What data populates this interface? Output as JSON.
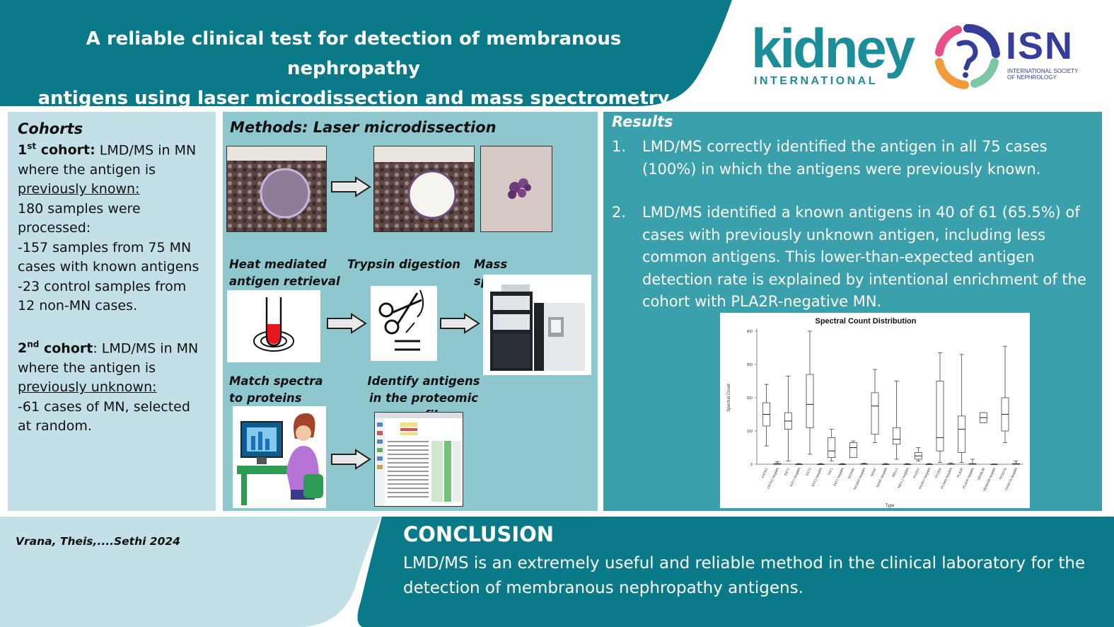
{
  "header": {
    "title_line1": "A reliable clinical test for detection of membranous nephropathy",
    "title_line2": "antigens using laser microdissection and mass spectrometry",
    "logo_kidney_word": "kidney",
    "logo_kidney_sub": "INTERNATIONAL",
    "logo_isn_word": "ISN",
    "logo_isn_sub_line1": "INTERNATIONAL SOCIETY",
    "logo_isn_sub_line2": "OF NEPHROLOGY",
    "colors": {
      "header_teal": "#0b7a88",
      "kidney_teal": "#1c8e99",
      "isn_blue": "#343d9b"
    }
  },
  "cohorts": {
    "title": "Cohorts",
    "c1_num": "1",
    "c1_sup": "st",
    "c1_bold": " cohort:",
    "c1_text": " LMD/MS in MN where the antigen is",
    "c1_underline": "previously known:",
    "c1_lines": [
      "180 samples were processed:",
      "-157 samples from 75 MN cases with known antigens",
      "-23 control samples from 12 non-MN cases."
    ],
    "c2_num": "2",
    "c2_sup": "nd",
    "c2_bold": " cohort",
    "c2_text": ": LMD/MS in MN where the antigen is",
    "c2_underline": "previously unknown:",
    "c2_lines": [
      "-61 cases of MN, selected at random."
    ]
  },
  "methods": {
    "title": "Methods: Laser microdissection",
    "label_retrieval_1": "Heat mediated",
    "label_retrieval_2": "antigen retrieval",
    "label_trypsin": "Trypsin digestion",
    "label_ms": "Mass spectrometry",
    "label_match_1": "Match spectra",
    "label_match_2": "to proteins",
    "label_identify_1": "Identify antigens",
    "label_identify_2": "in the proteomic profile"
  },
  "results": {
    "title": "Results",
    "items": [
      {
        "num": "1.",
        "text": "LMD/MS correctly identified the antigen in all 75 cases (100%) in which the antigens were previously known."
      },
      {
        "num": "2.",
        "text": "LMD/MS identified a known antigens in 40 of 61 (65.5%) of cases with previously unknown antigen, including less common antigens. This lower-than-expected antigen detection rate is explained by intentional enrichment of the cohort with PLA2R-negative MN."
      }
    ]
  },
  "chart_data": {
    "type": "boxplot",
    "title": "Spectral Count Distribution",
    "xlabel": "Type",
    "ylabel": "Spectral Count",
    "ylim": [
      0,
      400
    ],
    "yticks": [
      0,
      100,
      200,
      300,
      400
    ],
    "grid": false,
    "categories": [
      "CNTN1",
      "CNTN1-NegMN",
      "EXT1",
      "EXT1-NegMN",
      "EXT2",
      "EXT2-NegMN",
      "FAT1",
      "FAT1-NegMN",
      "NCAM1",
      "NCAM1-NegMN",
      "NDNF",
      "NDNF-NegMN",
      "NELL1",
      "NELL1-NegMN",
      "PCDH7",
      "PCDH7-NegMN",
      "PCSK6",
      "PCSK6-NegMN",
      "PLA2R",
      "PLA2R-NegMN",
      "SEMA3B",
      "SEMA3B-NegMN",
      "THSD7A",
      "THSD7A-NegMN"
    ],
    "boxes": [
      {
        "min": 55,
        "q1": 115,
        "median": 150,
        "q3": 185,
        "max": 240
      },
      {
        "min": 0,
        "q1": 0,
        "median": 0,
        "q3": 2,
        "max": 8
      },
      {
        "min": 10,
        "q1": 105,
        "median": 130,
        "q3": 155,
        "max": 265
      },
      {
        "min": 0,
        "q1": 0,
        "median": 0,
        "q3": 0,
        "max": 2
      },
      {
        "min": 30,
        "q1": 110,
        "median": 180,
        "q3": 270,
        "max": 400
      },
      {
        "min": 0,
        "q1": 0,
        "median": 0,
        "q3": 0,
        "max": 2
      },
      {
        "min": 10,
        "q1": 20,
        "median": 40,
        "q3": 80,
        "max": 105
      },
      {
        "min": 0,
        "q1": 0,
        "median": 0,
        "q3": 0,
        "max": 2
      },
      {
        "min": 20,
        "q1": 20,
        "median": 50,
        "q3": 65,
        "max": 70
      },
      {
        "min": 0,
        "q1": 0,
        "median": 0,
        "q3": 1,
        "max": 3
      },
      {
        "min": 65,
        "q1": 90,
        "median": 175,
        "q3": 215,
        "max": 285
      },
      {
        "min": 0,
        "q1": 0,
        "median": 0,
        "q3": 0,
        "max": 2
      },
      {
        "min": 15,
        "q1": 60,
        "median": 75,
        "q3": 110,
        "max": 250
      },
      {
        "min": 0,
        "q1": 0,
        "median": 0,
        "q3": 0,
        "max": 2
      },
      {
        "min": 10,
        "q1": 15,
        "median": 25,
        "q3": 35,
        "max": 50
      },
      {
        "min": 0,
        "q1": 0,
        "median": 0,
        "q3": 0,
        "max": 2
      },
      {
        "min": 5,
        "q1": 40,
        "median": 80,
        "q3": 250,
        "max": 335
      },
      {
        "min": 0,
        "q1": 0,
        "median": 0,
        "q3": 1,
        "max": 4
      },
      {
        "min": 5,
        "q1": 35,
        "median": 105,
        "q3": 145,
        "max": 330
      },
      {
        "min": 0,
        "q1": 0,
        "median": 0,
        "q3": 2,
        "max": 15
      },
      {
        "min": 125,
        "q1": 125,
        "median": 140,
        "q3": 155,
        "max": 155
      },
      {
        "min": 0,
        "q1": 0,
        "median": 0,
        "q3": 0,
        "max": 1
      },
      {
        "min": 65,
        "q1": 100,
        "median": 150,
        "q3": 200,
        "max": 355
      },
      {
        "min": 0,
        "q1": 0,
        "median": 0,
        "q3": 2,
        "max": 10
      }
    ]
  },
  "footer": {
    "citation": "Vrana, Theis,....Sethi 2024",
    "conclusion_title": "CONCLUSION",
    "conclusion_text": "LMD/MS is an extremely useful and reliable method in the clinical laboratory for the detection of membranous nephropathy antigens."
  }
}
